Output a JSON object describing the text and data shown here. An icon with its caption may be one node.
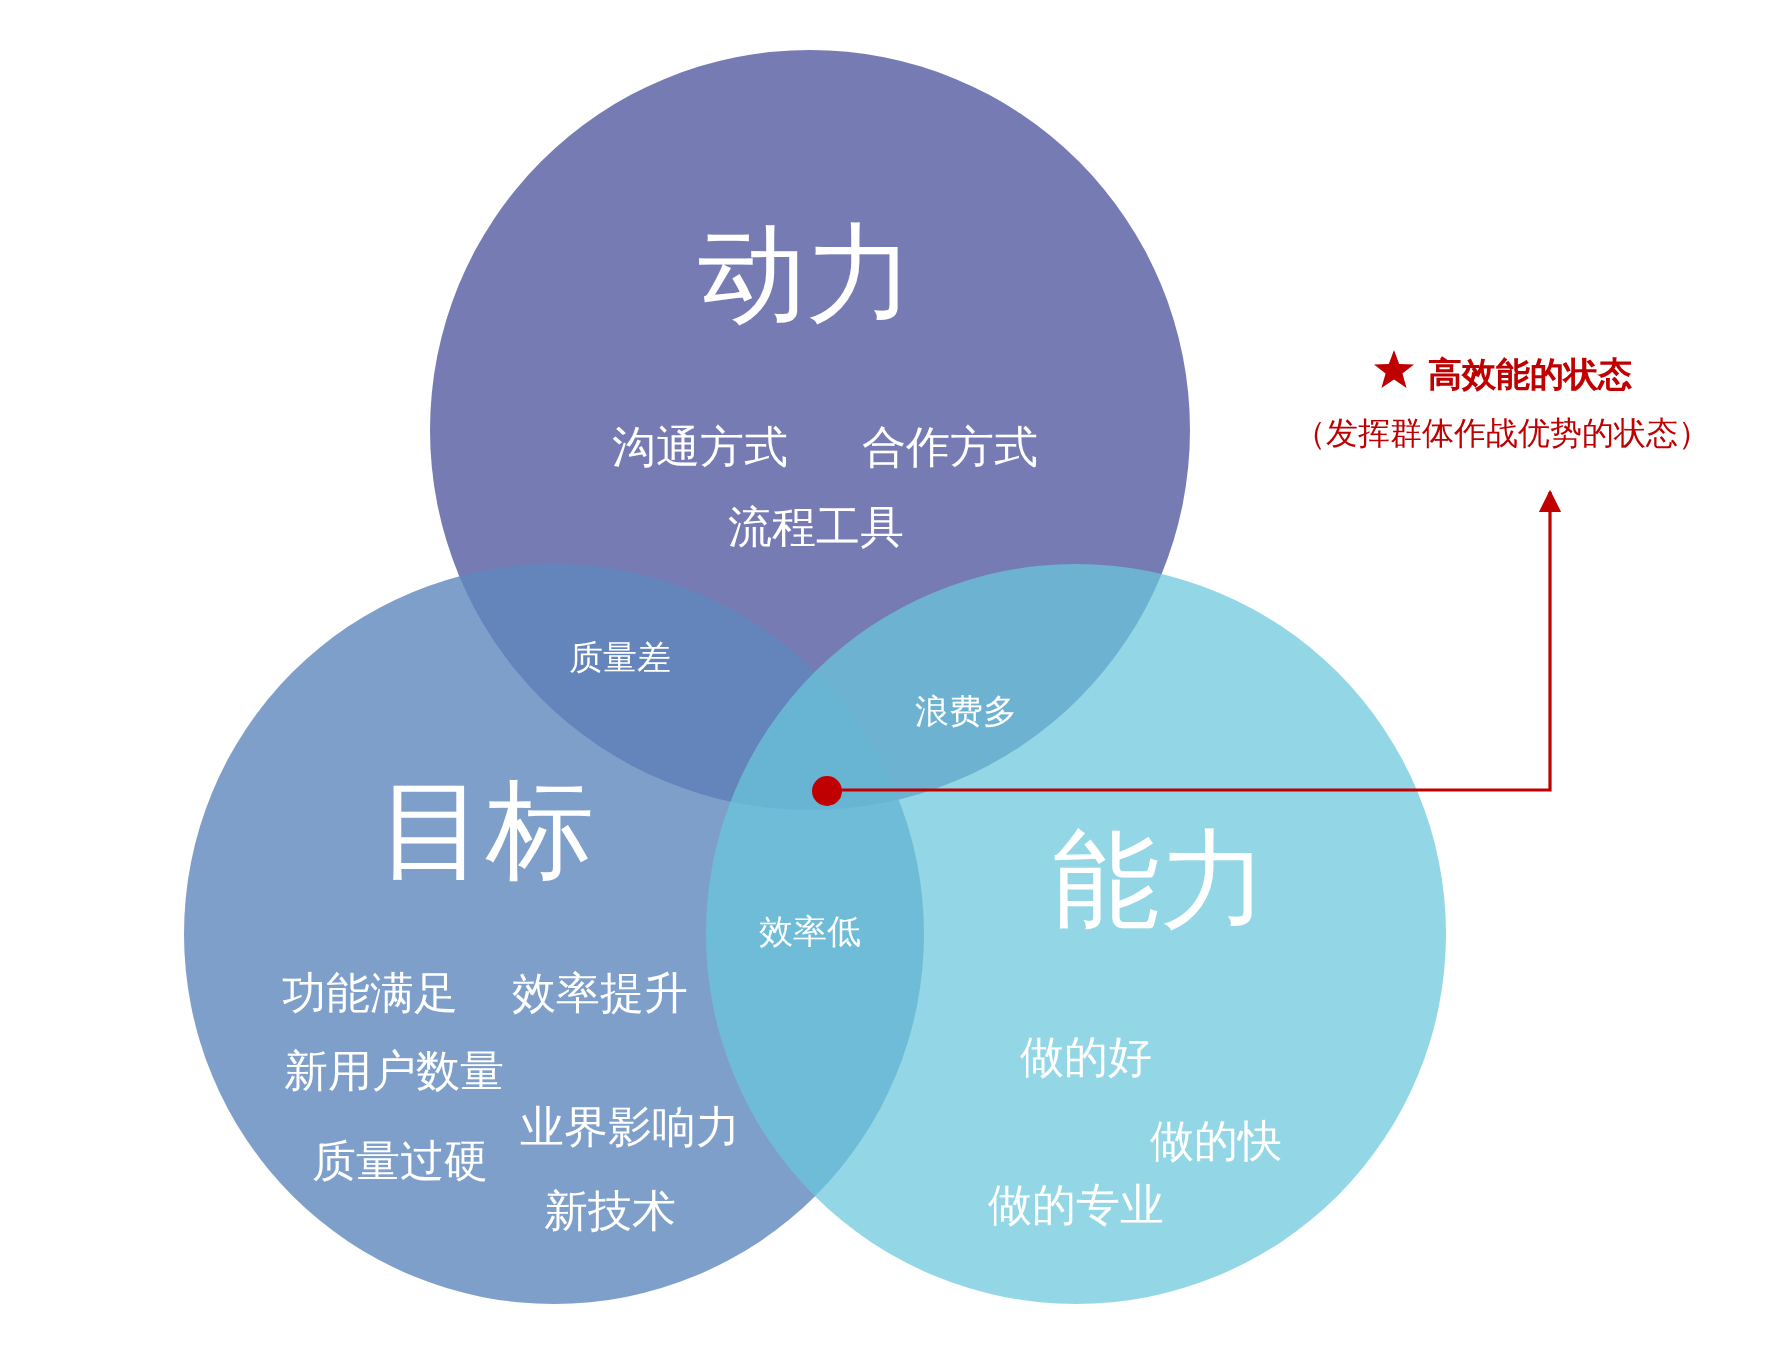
{
  "diagram": {
    "nodes": [
      {
        "text": [
          "动力",
          "沟通方式",
          "合作方式",
          "流程工具"
        ]
      },
      {
        "text": [
          "目标",
          "功能满足",
          "效率提升",
          "新用户数量",
          "业界影响力",
          "质量过硬",
          "新技术"
        ]
      },
      {
        "text": [
          "能力",
          "做的好",
          "做的快",
          "做的专业"
        ]
      },
      {
        "text": [],
        "shape": "circle"
      },
      {
        "text": [
          "高效能的状态",
          "（发挥群体作战优势的状态）"
        ]
      }
    ],
    "edges": [
      {
        "from": 3,
        "to": 4,
        "arrow": "to"
      }
    ],
    "labels": [
      "质量差",
      "浪费多",
      "效率低"
    ]
  }
}
